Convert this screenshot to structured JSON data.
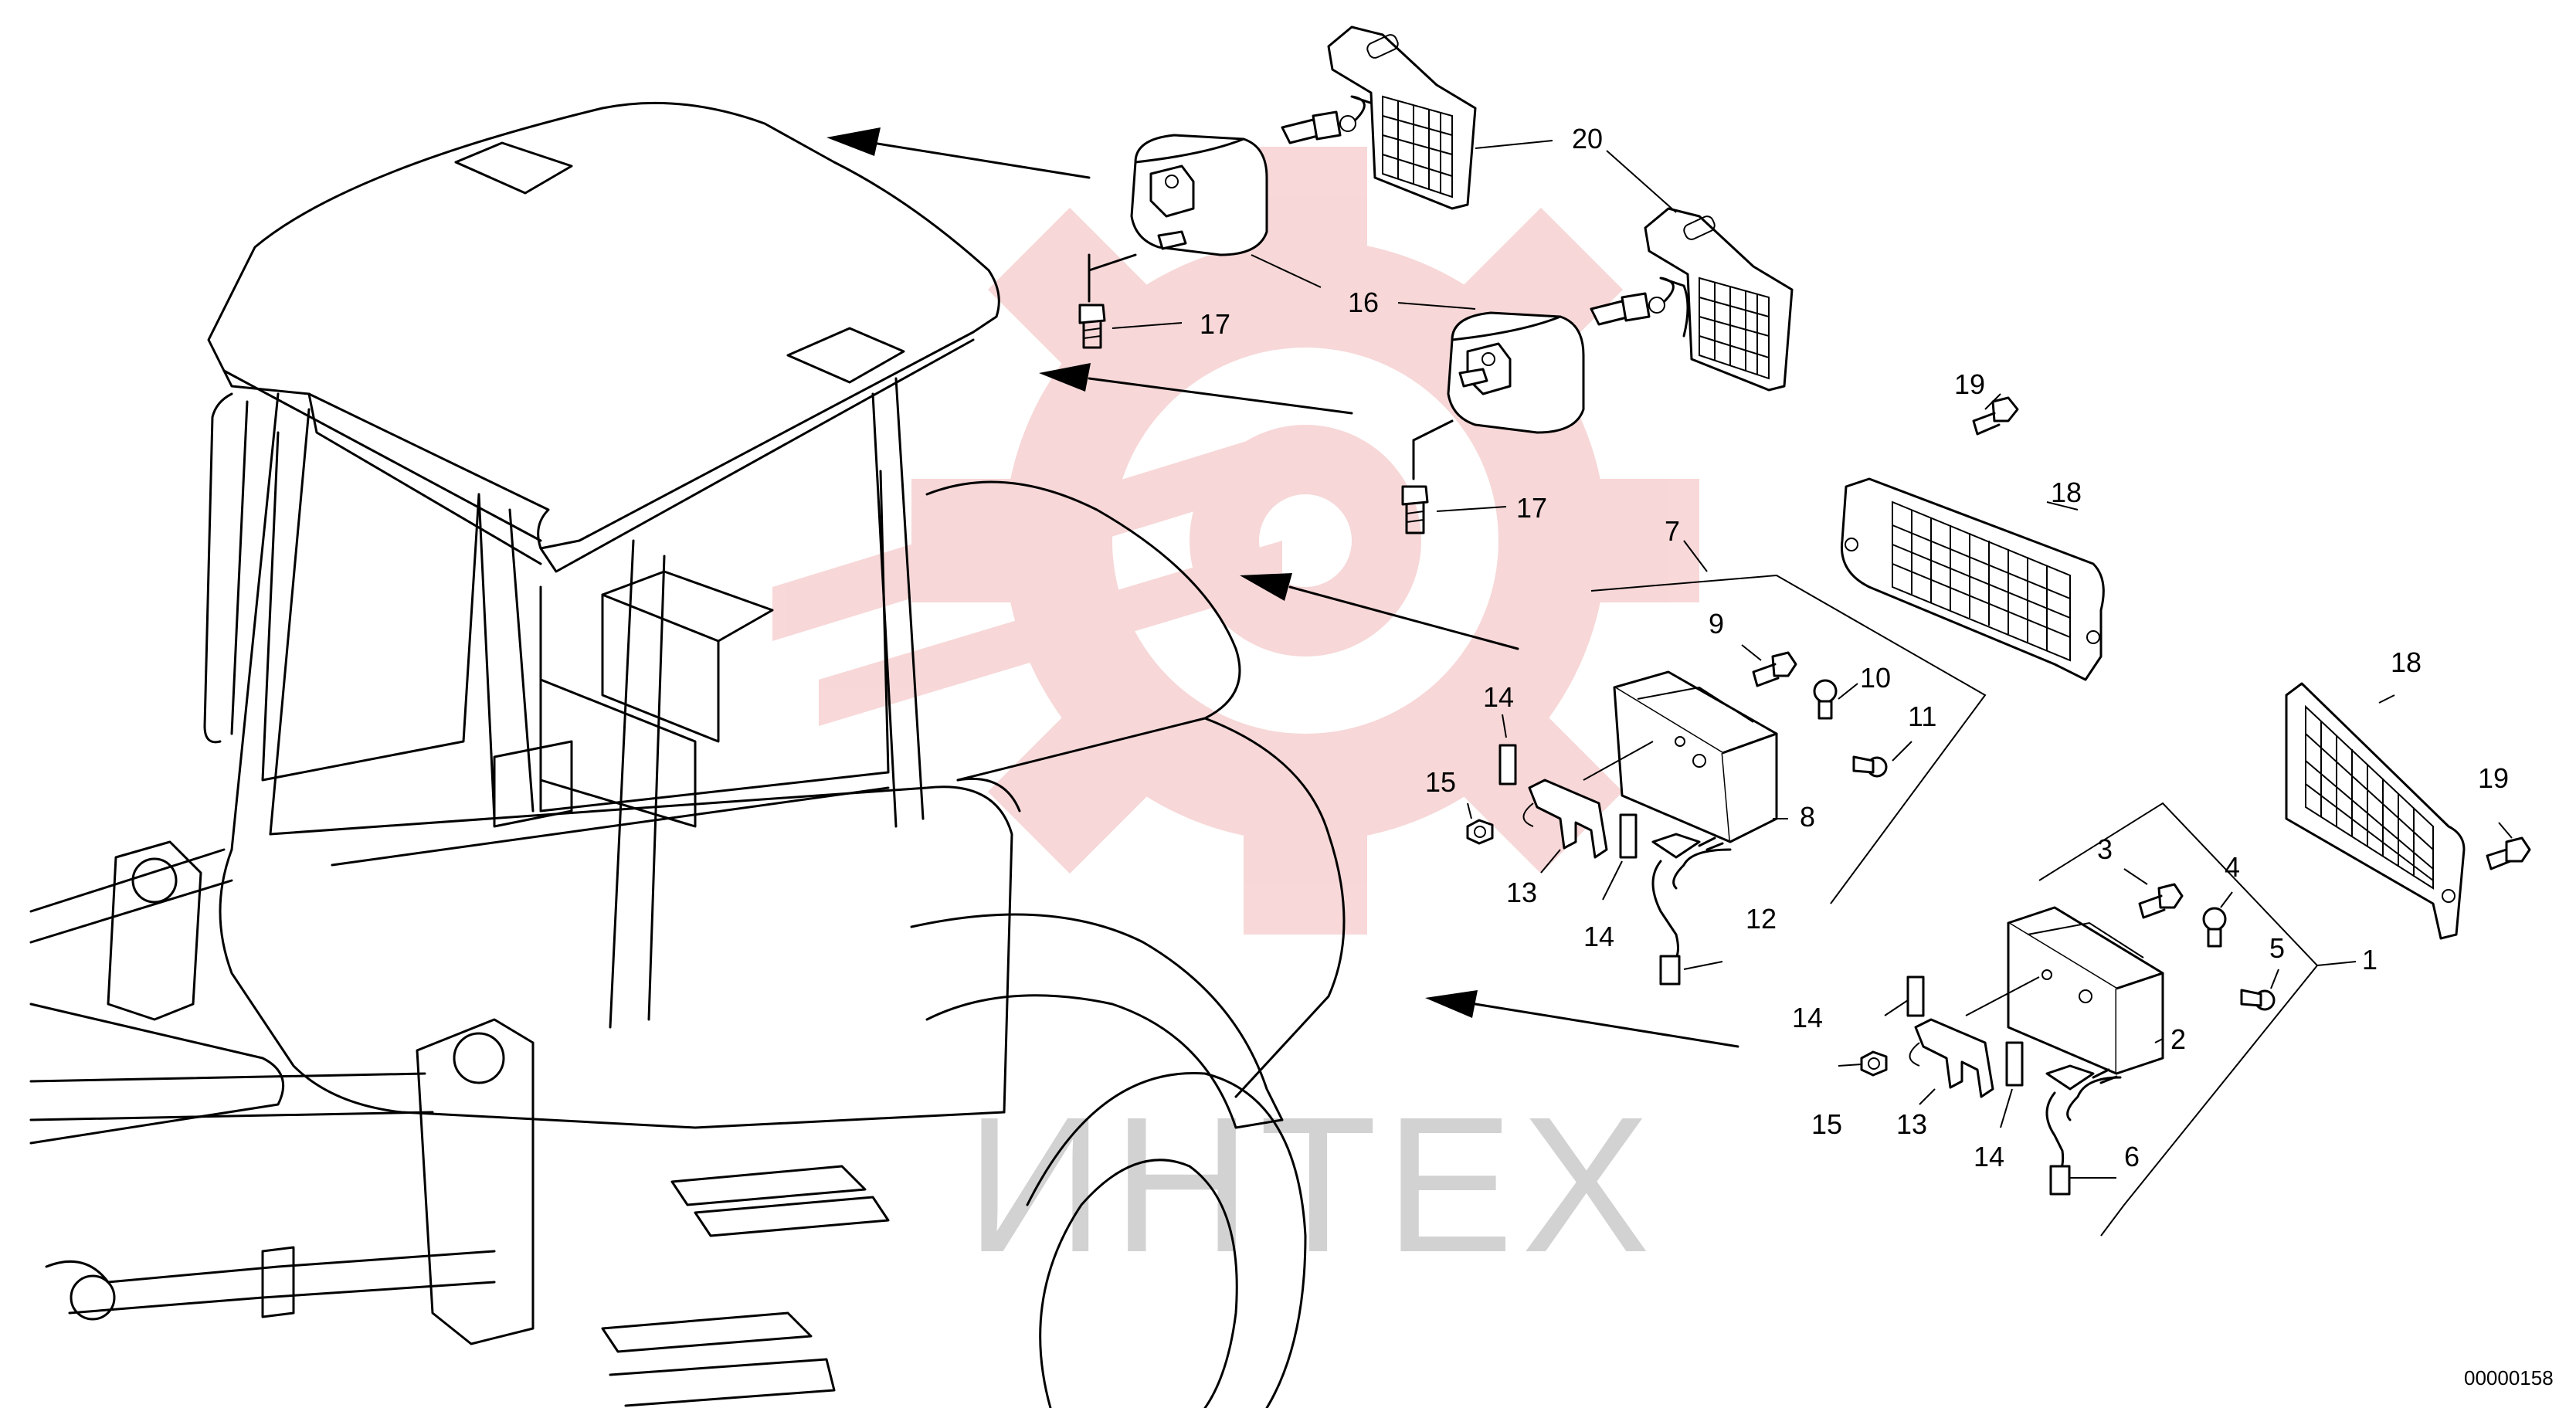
{
  "watermark": {
    "text": "ИНТЕХ",
    "color": "#f2b8b8",
    "text_color": "#d2d2d2"
  },
  "drawing_code": "00000158",
  "callouts": [
    {
      "id": "c20",
      "label": "20"
    },
    {
      "id": "c16",
      "label": "16"
    },
    {
      "id": "c17a",
      "label": "17"
    },
    {
      "id": "c17b",
      "label": "17"
    },
    {
      "id": "c19a",
      "label": "19"
    },
    {
      "id": "c18a",
      "label": "18"
    },
    {
      "id": "c7",
      "label": "7"
    },
    {
      "id": "c9",
      "label": "9"
    },
    {
      "id": "c10",
      "label": "10"
    },
    {
      "id": "c11",
      "label": "11"
    },
    {
      "id": "c14a",
      "label": "14"
    },
    {
      "id": "c15a",
      "label": "15"
    },
    {
      "id": "c8",
      "label": "8"
    },
    {
      "id": "c13a",
      "label": "13"
    },
    {
      "id": "c14b",
      "label": "14"
    },
    {
      "id": "c12",
      "label": "12"
    },
    {
      "id": "c18b",
      "label": "18"
    },
    {
      "id": "c19b",
      "label": "19"
    },
    {
      "id": "c3",
      "label": "3"
    },
    {
      "id": "c4",
      "label": "4"
    },
    {
      "id": "c5",
      "label": "5"
    },
    {
      "id": "c1",
      "label": "1"
    },
    {
      "id": "c14c",
      "label": "14"
    },
    {
      "id": "c2",
      "label": "2"
    },
    {
      "id": "c15b",
      "label": "15"
    },
    {
      "id": "c13b",
      "label": "13"
    },
    {
      "id": "c14d",
      "label": "14"
    },
    {
      "id": "c6",
      "label": "6"
    }
  ]
}
